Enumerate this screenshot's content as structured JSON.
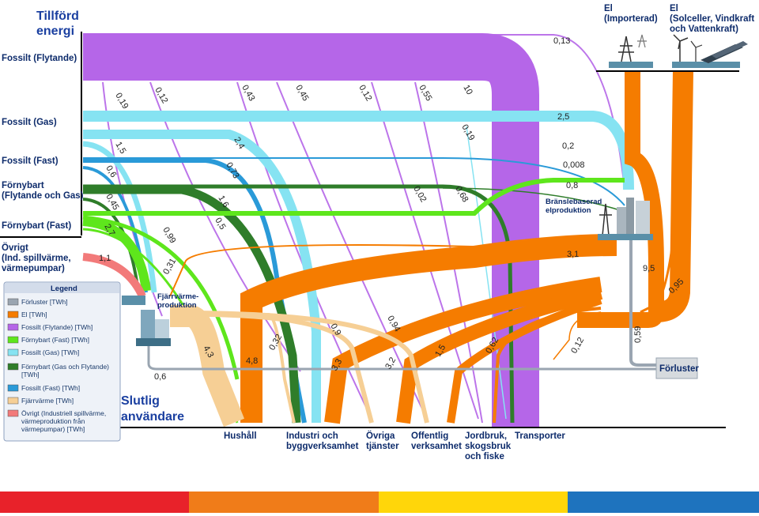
{
  "title": "Tillförd energi",
  "bottom_title": "Slutlig användare",
  "sources": {
    "fossil_liquid": "Fossilt (Flytande)",
    "fossil_gas": "Fossilt (Gas)",
    "fossil_solid": "Fossilt (Fast)",
    "renewable_liquid_gas": "Förnybart (Flytande och Gas)",
    "renewable_solid": "Förnybart (Fast)",
    "other": "Övrigt (Ind. spillvärme, värmepumpar)",
    "el_import": "El (Importerad)",
    "el_solar_wind": "El (Solceller, Vindkraft och Vattenkraft)"
  },
  "nodes": {
    "district_heat": "Fjärrvärme-produktion",
    "fuel_power": "Bränslebaserad elproduktion",
    "losses": "Förluster"
  },
  "consumers": [
    "Hushåll",
    "Industri och byggverksamhet",
    "Övriga tjänster",
    "Offentlig verksamhet",
    "Jordbruk, skogsbruk och fiske",
    "Transporter"
  ],
  "flow_values": {
    "fl_0_13": "0,13",
    "fl_0_19": "0,19",
    "fl_0_12a": "0,12",
    "fl_0_43": "0,43",
    "fl_0_45": "0,45",
    "fl_0_12b": "0,12",
    "fl_0_55": "0,55",
    "fl_10": "10",
    "gas_2_5": "2,5",
    "gas_0_19": "0,19",
    "gas_1_5": "1,5",
    "gas_2_4": "2,4",
    "solid_0_2": "0,2",
    "solid_0_6": "0,6",
    "solid_0_73": "0,73",
    "rlg_0_008": "0,008",
    "rlg_0_45": "0,45",
    "rlg_1_6": "1,6",
    "rlg_0_02": "0,02",
    "rlg_0_68": "0,68",
    "rs_0_8": "0,8",
    "rs_2_7": "2,7",
    "rs_0_99": "0,99",
    "rs_0_5": "0,5",
    "other_1_1": "1,1",
    "dh_0_31": "0,31",
    "el_3_1": "3,1",
    "el_9_5": "9,5",
    "el_0_95": "0,95",
    "loss_0_59": "0,59",
    "dh_0_6": "0,6",
    "dh_4_3": "4,3",
    "el_4_8": "4,8",
    "dh_0_32": "0,32",
    "dh_0_9": "0,9",
    "el_3_3": "3,3",
    "dh_0_94": "0,94",
    "el_3_2": "3,2",
    "el_1_5": "1,5",
    "el_0_62": "0,62",
    "el_0_12": "0,12"
  },
  "legend": {
    "title": "Legend",
    "items": [
      {
        "label": "Förluster [TWh]",
        "color": "#9aa5b1"
      },
      {
        "label": "El [TWh]",
        "color": "#f57c00"
      },
      {
        "label": "Fossilt (Flytande) [TWh]",
        "color": "#b566e8"
      },
      {
        "label": "Förnybart (Fast) [TWh]",
        "color": "#5ee61c"
      },
      {
        "label": "Fossilt (Gas) [TWh]",
        "color": "#86e3f2"
      },
      {
        "label": "Förnybart (Gas och Flytande) [TWh]",
        "color": "#2f7d2a"
      },
      {
        "label": "Fossilt (Fast) [TWh]",
        "color": "#2a9ad8"
      },
      {
        "label": "Fjärrvärme [TWh]",
        "color": "#f6cf95"
      },
      {
        "label": "Övrigt (Industriell spillvärme, värmeproduktion från värmepumpar) [TWh]",
        "color": "#f27a7a"
      }
    ]
  },
  "colors": {
    "fossil_liquid": "#b566e8",
    "fossil_gas": "#86e3f2",
    "fossil_solid": "#2a9ad8",
    "renew_lg": "#2f7d2a",
    "renew_solid": "#5ee61c",
    "other": "#f27a7a",
    "el": "#f57c00",
    "district_heat": "#f6cf95",
    "losses": "#9aa5b1",
    "stripe": [
      "#e8222a",
      "#f07c19",
      "#ffd60a",
      "#1e73be"
    ]
  }
}
